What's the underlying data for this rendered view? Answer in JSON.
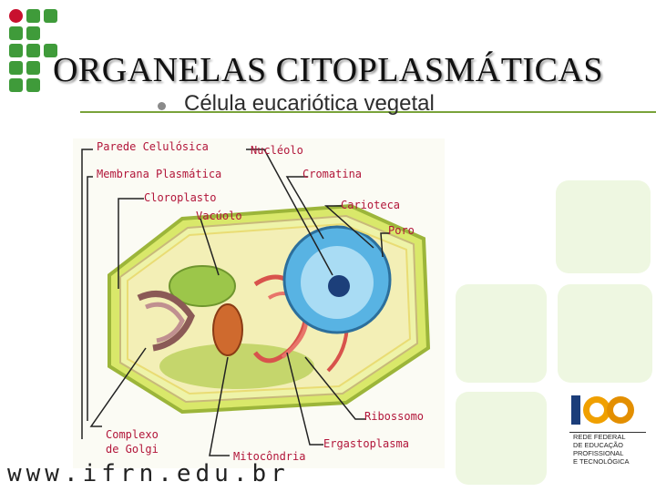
{
  "slide": {
    "title": "ORGANELAS CITOPLASMÁTICAS",
    "subtitle": "Célula eucariótica vegetal",
    "website": "www.ifrn.edu.br"
  },
  "figure": {
    "labels": {
      "parede": "Parede Celulósica",
      "membrana": "Membrana Plasmática",
      "cloroplasto": "Cloroplasto",
      "vacuolo": "Vacúolo",
      "nucleolo": "Nucléolo",
      "cromatina": "Cromatina",
      "carioteca": "Carioteca",
      "poro": "Poro",
      "ribossomo": "Ribossomo",
      "ergastoplasma": "Ergastoplasma",
      "golgi_line1": "Complexo",
      "golgi_line2": "de Golgi",
      "mitocondria": "Mitocôndria"
    }
  },
  "partner_logo": {
    "number": "100",
    "lines": [
      "REDE FEDERAL",
      "DE EDUCAÇÃO",
      "PROFISSIONAL",
      "E TECNOLÓGICA"
    ]
  },
  "colors": {
    "institution_green": "#3f9b3a",
    "rule": "#79a33a",
    "label_red": "#b2163a"
  }
}
